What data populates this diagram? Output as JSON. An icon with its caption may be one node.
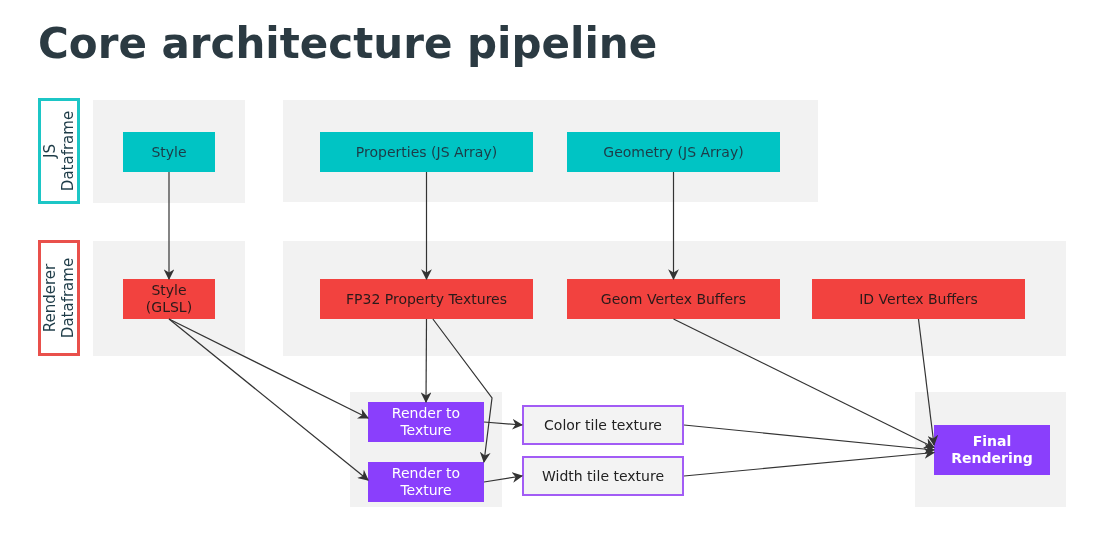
{
  "diagram": {
    "title": "Core architecture pipeline",
    "nodes": [
      {
        "text": [
          "JS Dataframe"
        ]
      },
      {
        "text": [],
        "shape": "box"
      },
      {
        "text": [
          "Style"
        ],
        "in": 1
      },
      {
        "text": [],
        "shape": "box"
      },
      {
        "text": [
          "Properties (JS Array)"
        ],
        "in": 3
      },
      {
        "text": [
          "Geometry (JS Array)"
        ],
        "in": 3
      },
      {
        "text": [
          "Renderer Dataframe"
        ]
      },
      {
        "text": [],
        "shape": "box"
      },
      {
        "text": [
          "Style (GLSL)"
        ],
        "in": 7
      },
      {
        "text": [],
        "shape": "box"
      },
      {
        "text": [
          "FP32 Property Textures"
        ],
        "in": 9
      },
      {
        "text": [
          "Geom Vertex Buffers"
        ],
        "in": 9
      },
      {
        "text": [
          "ID Vertex Buffers"
        ],
        "in": 9
      },
      {
        "text": [],
        "shape": "box"
      },
      {
        "text": [
          "Render to Texture"
        ],
        "in": 13
      },
      {
        "text": [
          "Render to Texture"
        ],
        "in": 13
      },
      {
        "text": [
          "Color tile texture"
        ]
      },
      {
        "text": [
          "Width tile texture"
        ]
      },
      {
        "text": [],
        "shape": "box"
      },
      {
        "text": [
          "Final Rendering"
        ],
        "in": 18
      }
    ],
    "edges": [
      {
        "from": 2,
        "to": 8,
        "arrow": "to"
      },
      {
        "from": 4,
        "to": 10,
        "arrow": "to"
      },
      {
        "from": 5,
        "to": 11,
        "arrow": "to"
      },
      {
        "from": 8,
        "to": 14,
        "arrow": "to"
      },
      {
        "from": 8,
        "to": 15,
        "arrow": "to"
      },
      {
        "from": 10,
        "to": 14,
        "arrow": "to"
      },
      {
        "from": 10,
        "to": 15,
        "arrow": "to"
      },
      {
        "from": 14,
        "to": 16,
        "arrow": "to"
      },
      {
        "from": 15,
        "to": 17,
        "arrow": "to"
      },
      {
        "from": 16,
        "to": 19,
        "arrow": "to"
      },
      {
        "from": 17,
        "to": 19,
        "arrow": "to"
      },
      {
        "from": 11,
        "to": 19,
        "arrow": "to"
      },
      {
        "from": 12,
        "to": 19,
        "arrow": "to"
      }
    ]
  }
}
